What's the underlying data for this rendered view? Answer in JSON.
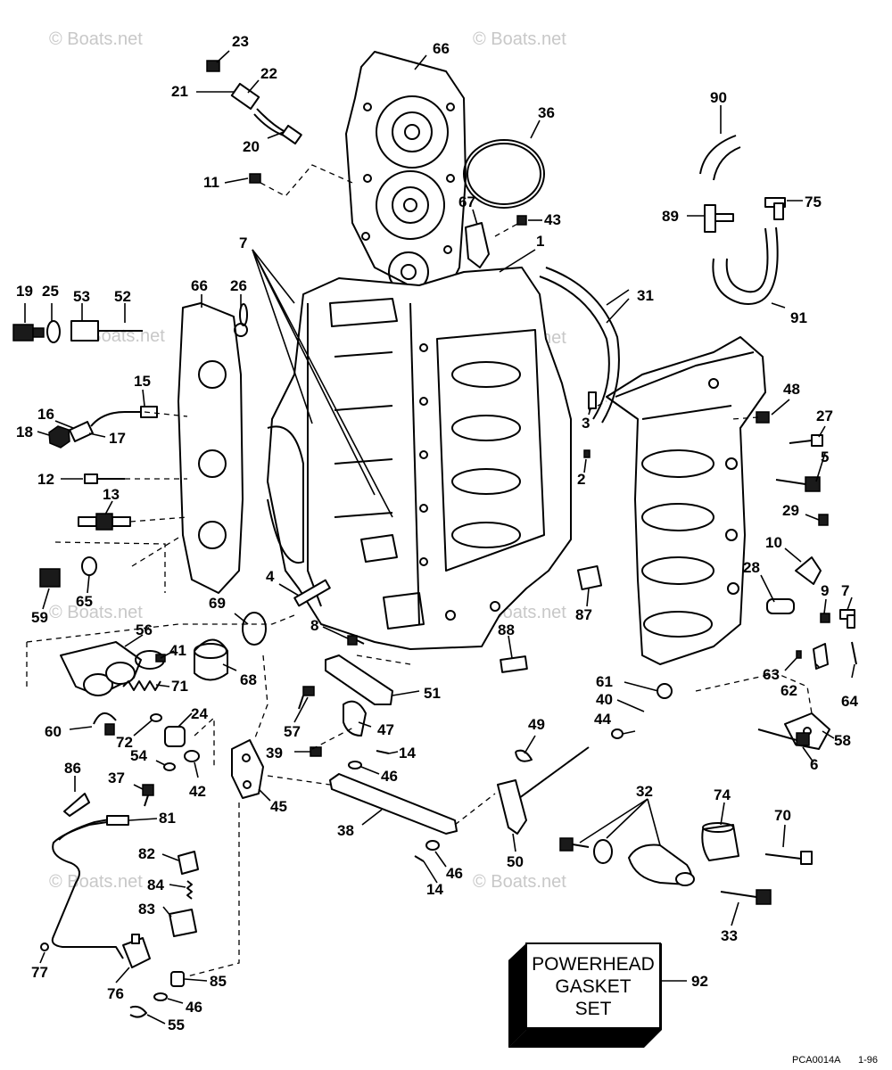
{
  "watermark": "© Boats.net",
  "gasket_set_box": {
    "line1": "POWERHEAD",
    "line2": "GASKET",
    "line3": "SET"
  },
  "figure_code": "PCA0014A",
  "figure_date": "1-96",
  "callouts": [
    "23",
    "66",
    "22",
    "21",
    "20",
    "36",
    "90",
    "11",
    "67",
    "43",
    "75",
    "89",
    "7",
    "1",
    "31",
    "19",
    "25",
    "53",
    "52",
    "66",
    "26",
    "91",
    "15",
    "16",
    "17",
    "18",
    "48",
    "3",
    "27",
    "5",
    "12",
    "2",
    "13",
    "29",
    "10",
    "4",
    "59",
    "65",
    "28",
    "7",
    "69",
    "9",
    "87",
    "8",
    "56",
    "88",
    "41",
    "63",
    "62",
    "64",
    "71",
    "68",
    "61",
    "51",
    "40",
    "60",
    "72",
    "24",
    "57",
    "47",
    "44",
    "58",
    "14",
    "49",
    "39",
    "54",
    "46",
    "6",
    "86",
    "37",
    "42",
    "45",
    "81",
    "32",
    "74",
    "70",
    "38",
    "82",
    "84",
    "14",
    "46",
    "50",
    "83",
    "33",
    "85",
    "77",
    "76",
    "46",
    "92",
    "55"
  ]
}
